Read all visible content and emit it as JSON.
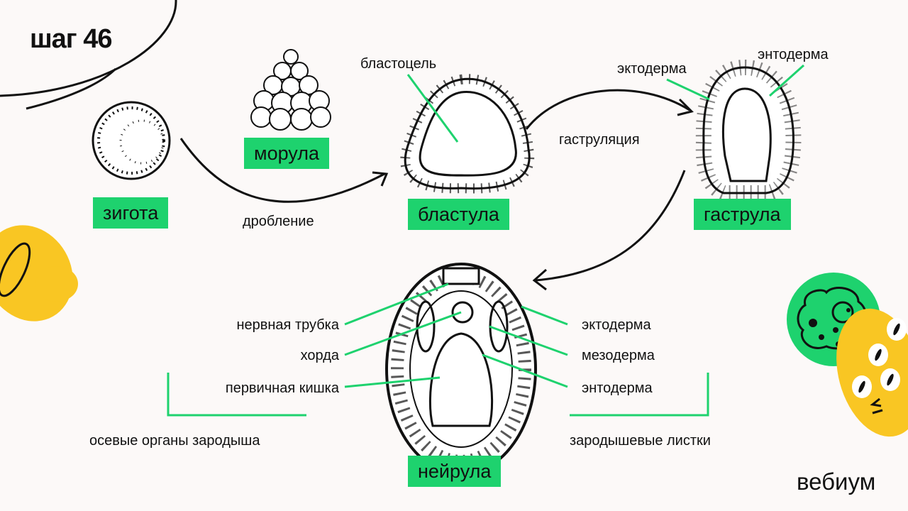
{
  "title": "шаг 46",
  "stages": {
    "zygote": "зигота",
    "morula": "морула",
    "blastula": "бластула",
    "gastrula": "гаструла",
    "neurula": "нейрула"
  },
  "processes": {
    "cleavage": "дробление",
    "gastrulation": "гаструляция"
  },
  "labels": {
    "blastocoel": "бластоцель",
    "gastrula_ectoderm": "эктодерма",
    "gastrula_endoderm": "энтодерма",
    "neural_tube": "нервная трубка",
    "notochord": "хорда",
    "primary_gut": "первичная кишка",
    "neurula_ectoderm": "эктодерма",
    "neurula_mesoderm": "мезодерма",
    "neurula_endoderm": "энтодерма",
    "axial_organs": "осевые органы зародыша",
    "germ_layers": "зародышевые листки"
  },
  "brand": "вебиум",
  "colors": {
    "accent_green": "#1ed26e",
    "accent_yellow": "#f9c623",
    "background": "#fcf9f8"
  }
}
